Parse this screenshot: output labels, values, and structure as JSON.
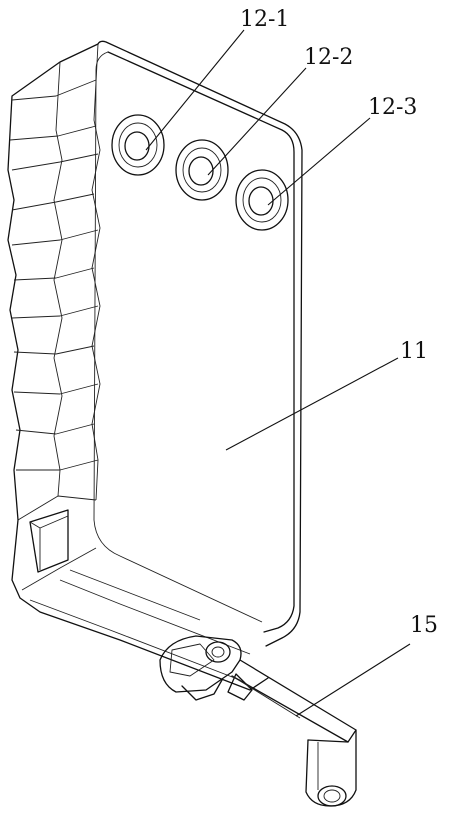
{
  "labels": {
    "l_12_1": "12-1",
    "l_12_2": "12-2",
    "l_12_3": "12-3",
    "l_11": "11",
    "l_15": "15"
  },
  "colors": {
    "line": "#111111",
    "background": "#ffffff"
  }
}
